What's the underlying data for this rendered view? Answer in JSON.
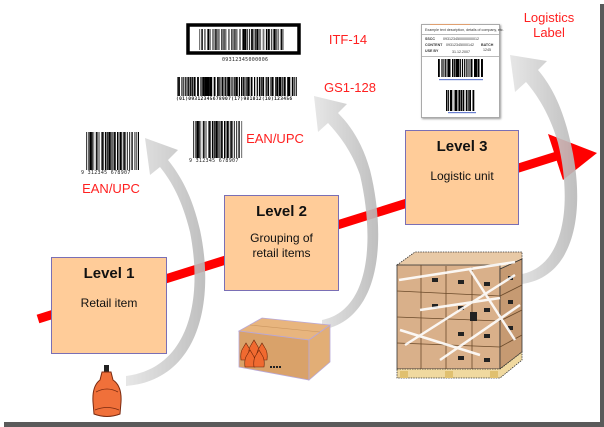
{
  "diagram": {
    "title": "GS1 packaging levels and barcode types",
    "levels": [
      {
        "title": "Level 1",
        "description": "Retail item",
        "barcode_label": "EAN/UPC",
        "item_icon": "bottle-icon"
      },
      {
        "title": "Level 2",
        "description": "Grouping of retail items",
        "barcode_labels": [
          "EAN/UPC",
          "GS1-128",
          "ITF-14"
        ],
        "item_icon": "case-of-bottles-icon"
      },
      {
        "title": "Level 3",
        "description": "Logistic unit",
        "barcode_label": "Logistics Label",
        "item_icon": "pallet-icon"
      }
    ],
    "level1": {
      "title": "Level 1",
      "desc": "Retail item"
    },
    "level2": {
      "title": "Level 2",
      "desc_line1": "Grouping of",
      "desc_line2": "retail items"
    },
    "level3": {
      "title": "Level 3",
      "desc": "Logistic unit"
    },
    "labels": {
      "ean_upc_1": "EAN/UPC",
      "ean_upc_2": "EAN/UPC",
      "gs1_128": "GS1-128",
      "itf_14": "ITF-14",
      "logistics_line1": "Logistics",
      "logistics_line2": "Label"
    },
    "barcode_digits": {
      "ean_1": "9 312345 678907",
      "ean_2": "9 312345 678907",
      "gs1_128": "(01)09312345678907(17)981012(10)123456",
      "itf_14": "09312345000006"
    },
    "logistics_label": {
      "header": "Example  text description, details of company, etc.",
      "sscc_key": "SSCC",
      "sscc_val": "093123450000000012",
      "content_key": "CONTENT",
      "content_val": "09312345000142",
      "batch_key": "BATCH",
      "batch_val": "1245",
      "useby_key": "USE BY",
      "useby_val": "31.12.2007"
    },
    "colors": {
      "arrow_red": "#ff0000",
      "box_fill": "#ffcc99",
      "box_border": "#7a6fb5",
      "label_red": "#ff2020",
      "curve_gray": "#c8c8c8"
    }
  }
}
